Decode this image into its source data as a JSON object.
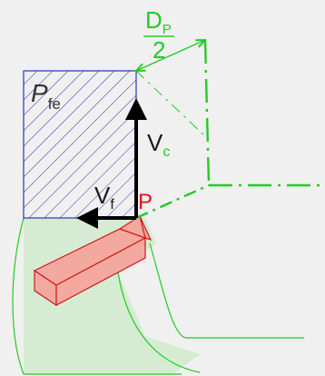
{
  "labels": {
    "dp_main": "D",
    "dp_sub": "P",
    "dp_denominator": "2",
    "pfe_main": "P",
    "pfe_sub": "fe",
    "vc_main": "V",
    "vc_sub": "c",
    "vf_main": "V",
    "vf_sub": "f",
    "point_p": "P"
  },
  "colors": {
    "background": "#f0f0f0",
    "green": "#22cc22",
    "workpiece_fill": "#d6ecd2",
    "blue_hatch": "#2a35b8",
    "arrow": "#000000",
    "tool_fill": "#f4a9a0",
    "tool_stroke": "#d01818",
    "label_dark": "#1a1a1a",
    "label_red": "#e01010"
  }
}
